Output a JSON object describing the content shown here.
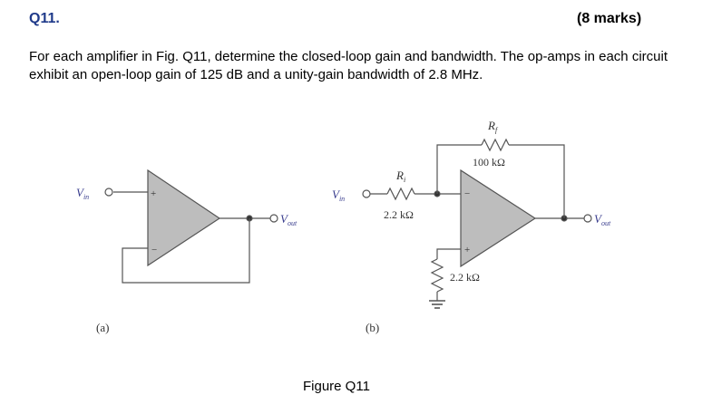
{
  "header": {
    "question_number": "Q11.",
    "marks": "(8 marks)"
  },
  "question_text": "For each amplifier in Fig. Q11, determine the closed-loop gain and bandwidth. The op-amps in each circuit exhibit an open-loop gain of 125 dB and a unity-gain bandwidth of 2.8 MHz.",
  "figure": {
    "caption": "Figure Q11",
    "circuit_a": {
      "label": "(a)",
      "vin_v": "V",
      "vin_sub": "in",
      "vout_v": "V",
      "vout_sub": "out",
      "plus": "+",
      "minus": "−"
    },
    "circuit_b": {
      "label": "(b)",
      "vin_v": "V",
      "vin_sub": "in",
      "vout_v": "V",
      "vout_sub": "out",
      "ri_r": "R",
      "ri_sub": "i",
      "ri_value": "2.2 kΩ",
      "rf_r": "R",
      "rf_sub": "f",
      "rf_value": "100 kΩ",
      "rb_value": "2.2 kΩ",
      "plus": "+",
      "minus": "−"
    }
  },
  "colors": {
    "heading": "#1f3a8a",
    "opamp_fill": "#bdbdbd",
    "wire": "#555555",
    "label_blue": "#3b3f8f"
  }
}
